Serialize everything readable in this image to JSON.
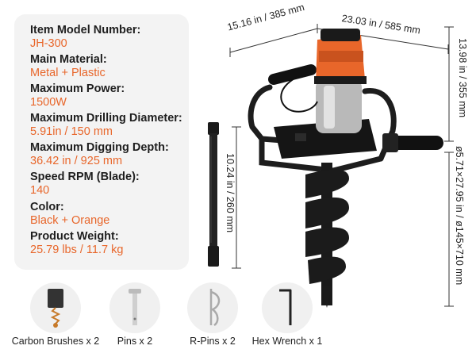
{
  "specs": [
    {
      "label": "Item Model Number:",
      "value": "JH-300"
    },
    {
      "label": "Main Material:",
      "value": "Metal + Plastic"
    },
    {
      "label": "Maximum Power:",
      "value": "1500W"
    },
    {
      "label": "Maximum Drilling Diameter:",
      "value": " 5.91in / 150 mm"
    },
    {
      "label": "Maximum Digging Depth:",
      "value": "36.42 in / 925 mm"
    },
    {
      "label": "Speed RPM (Blade):",
      "value": "140"
    },
    {
      "label": "Color:",
      "value": "Black + Orange"
    },
    {
      "label": "Product Weight:",
      "value": "25.79 lbs / 11.7 kg"
    }
  ],
  "dimensions": {
    "depth": "15.16 in / 385 mm",
    "width": "23.03 in / 585 mm",
    "height": "13.98 in / 355 mm",
    "extension": "10.24 in / 260 mm",
    "auger": "ø5.71×27.95 in / ø145×710 mm"
  },
  "accessories": [
    {
      "label": "Carbon Brushes x 2",
      "icon": "carbon-brush-icon"
    },
    {
      "label": "Pins x 2",
      "icon": "pin-icon"
    },
    {
      "label": "R-Pins x 2",
      "icon": "r-pin-icon"
    },
    {
      "label": "Hex Wrench x 1",
      "icon": "hex-wrench-icon"
    }
  ],
  "colors": {
    "accent": "#e8662a",
    "label": "#1e1e1e",
    "panel": "#f3f3f3"
  }
}
